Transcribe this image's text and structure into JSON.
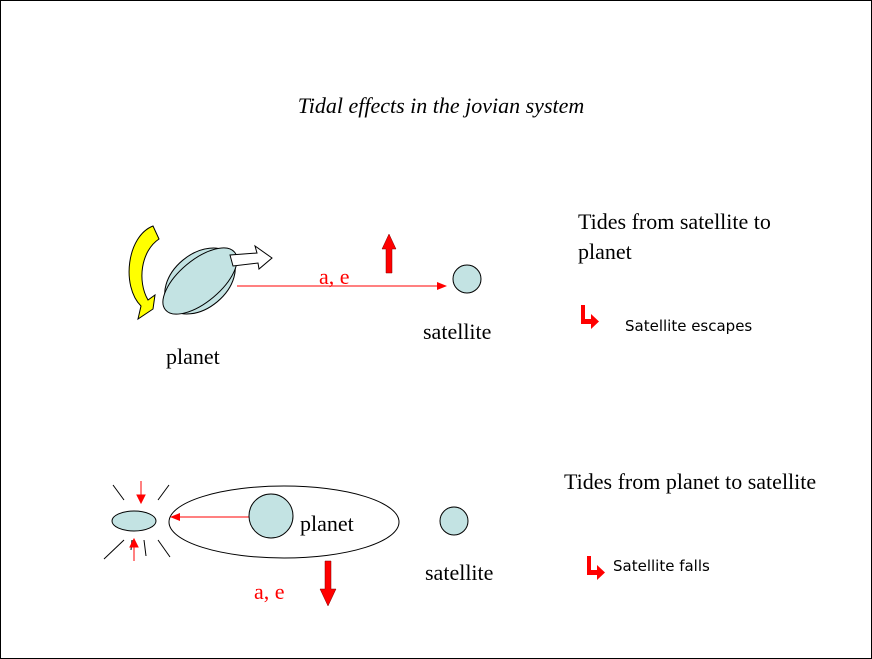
{
  "title": "Tidal effects in the jovian system",
  "top_diagram": {
    "planet_label": "planet",
    "satellite_label": "satellite",
    "orbit_params_label": "a,  e",
    "note_line1": "Tides from satellite to",
    "note_line2": "planet",
    "result": "Satellite escapes"
  },
  "bottom_diagram": {
    "planet_label": "planet",
    "satellite_label": "satellite",
    "orbit_params_label": "a,  e",
    "note": "Tides from planet to satellite",
    "result": "Satellite falls"
  },
  "colors": {
    "body_fill": "#c3e3e3",
    "arrow_red": "#ff0000",
    "spin_arrow": "#ffff00"
  },
  "icons": [
    "rotation-arrow-icon",
    "spin-direction-arrow-icon",
    "red-up-arrow-icon",
    "red-down-arrow-icon",
    "result-bullet-arrow-icon"
  ]
}
